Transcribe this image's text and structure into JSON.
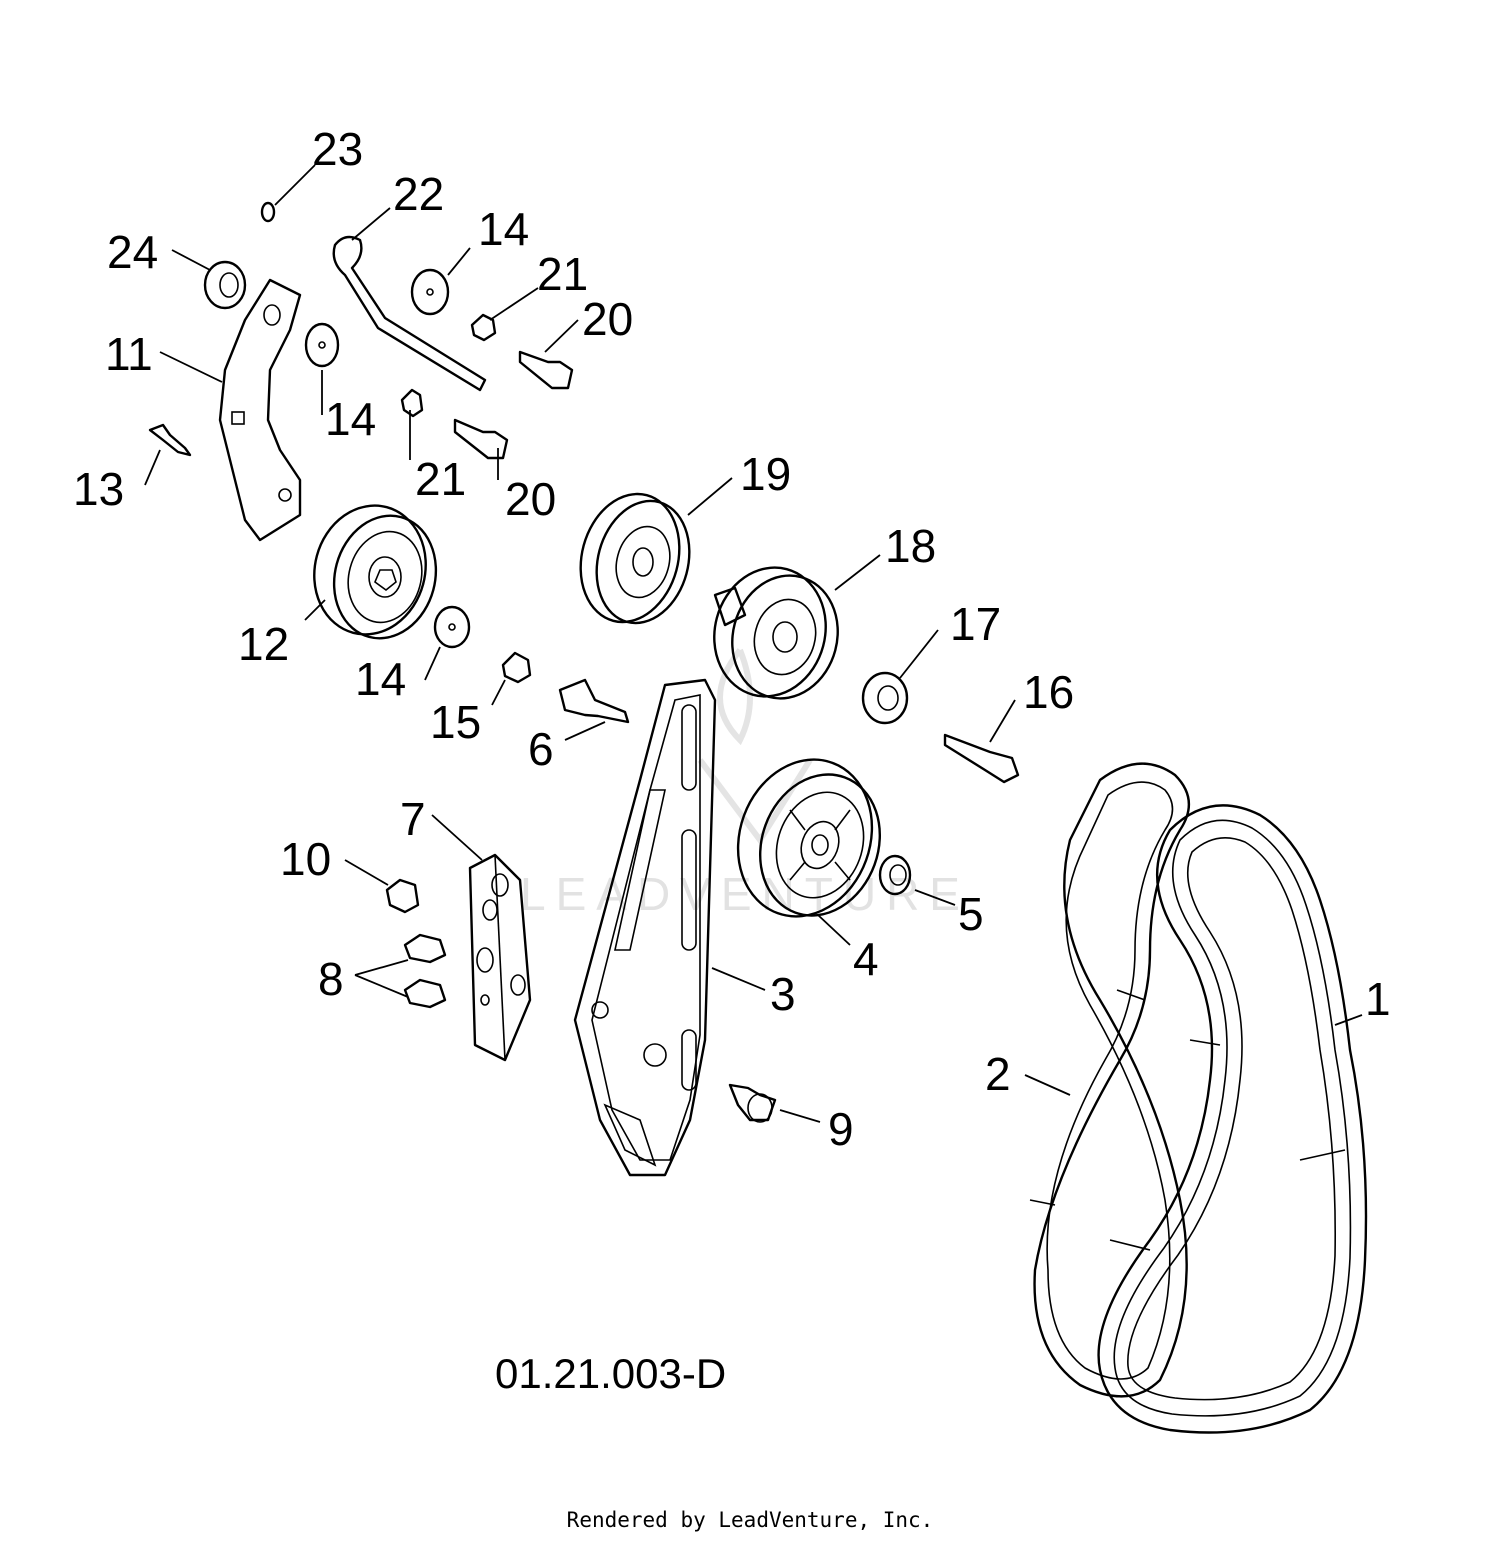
{
  "diagram": {
    "code": "01.21.003-D",
    "watermark": "LEADVENTURE",
    "credit": "Rendered by LeadVenture, Inc."
  },
  "callouts": {
    "c1": "1",
    "c2": "2",
    "c3": "3",
    "c4": "4",
    "c5": "5",
    "c6": "6",
    "c7": "7",
    "c8": "8",
    "c9": "9",
    "c10": "10",
    "c11": "11",
    "c12": "12",
    "c13": "13",
    "c14a": "14",
    "c14b": "14",
    "c14c": "14",
    "c15": "15",
    "c16": "16",
    "c17": "17",
    "c18": "18",
    "c19": "19",
    "c20a": "20",
    "c20b": "20",
    "c21a": "21",
    "c21b": "21",
    "c22": "22",
    "c23": "23",
    "c24": "24"
  }
}
